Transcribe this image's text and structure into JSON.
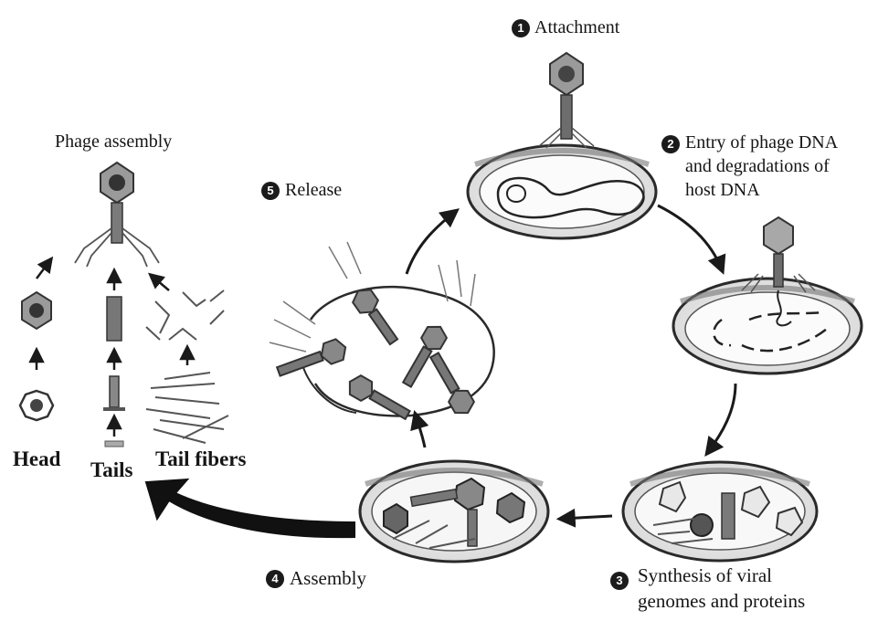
{
  "steps": [
    {
      "number": "1",
      "label": "Attachment"
    },
    {
      "number": "2",
      "label_lines": [
        "Entry of phage DNA",
        "and degradations of",
        "host DNA"
      ]
    },
    {
      "number": "3",
      "label_lines": [
        "Synthesis of viral",
        "genomes and proteins"
      ]
    },
    {
      "number": "4",
      "label": "Assembly"
    },
    {
      "number": "5",
      "label": "Release"
    }
  ],
  "phage_assembly": {
    "title": "Phage assembly",
    "parts": {
      "head": "Head",
      "tails": "Tails",
      "tail_fibers": "Tail fibers"
    }
  }
}
